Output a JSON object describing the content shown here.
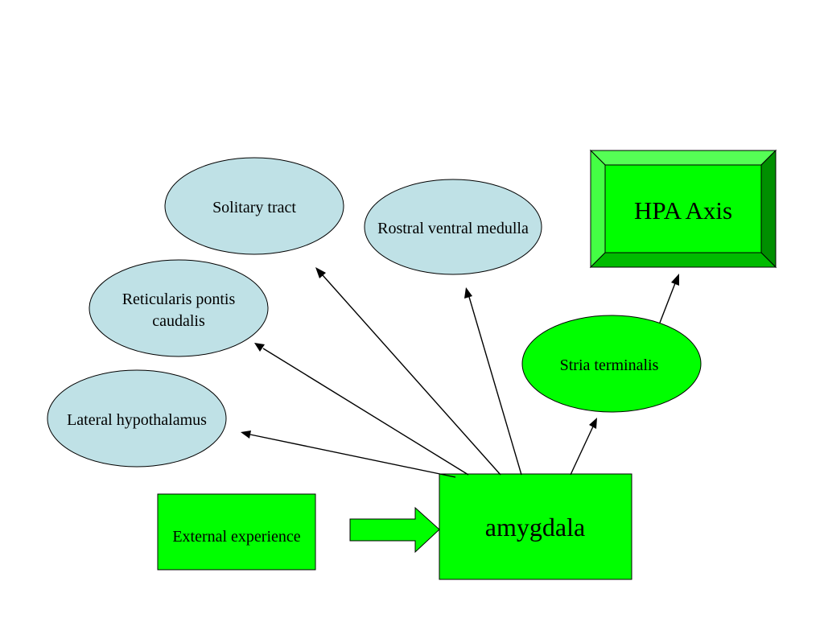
{
  "diagram": {
    "nodes": {
      "solitary_tract": "Solitary tract",
      "rostral_ventral_medulla": "Rostral ventral medulla",
      "hpa_axis": "HPA Axis",
      "reticularis_line1": "Reticularis pontis",
      "reticularis_line2": "caudalis",
      "stria_terminalis": "Stria terminalis",
      "lateral_hypothalamus": "Lateral hypothalamus",
      "external_experience": "External  experience",
      "amygdala": "amygdala"
    },
    "colors": {
      "ellipse_fill": "#bfe1e6",
      "green_fill": "#00ff00",
      "bevel_light": "#55ff55",
      "bevel_dark": "#00bb00",
      "bevel_darker": "#008f00"
    }
  }
}
